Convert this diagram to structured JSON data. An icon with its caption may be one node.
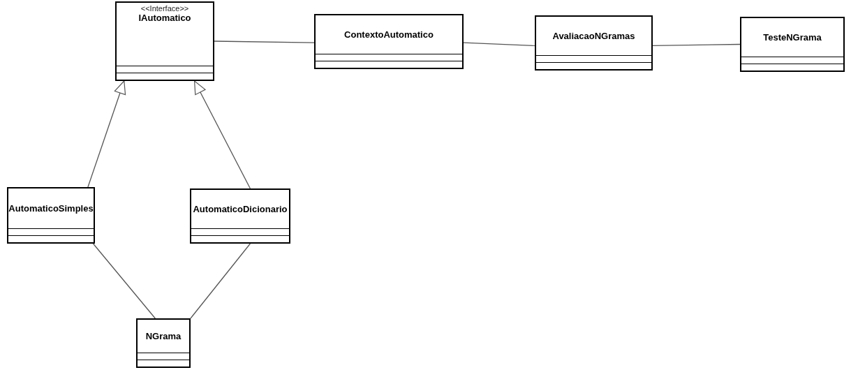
{
  "diagram": {
    "nodes": [
      {
        "text": [
          "<<Interface>>",
          "IAutomatico"
        ]
      },
      {
        "text": [
          "ContextoAutomatico"
        ]
      },
      {
        "text": [
          "AvaliacaoNGramas"
        ]
      },
      {
        "text": [
          "TesteNGrama"
        ]
      },
      {
        "text": [
          "AutomaticoSimples"
        ]
      },
      {
        "text": [
          "AutomaticoDicionario"
        ]
      },
      {
        "text": [
          "NGrama"
        ]
      }
    ],
    "edges": [
      {
        "from": 0,
        "to": 1,
        "arrow": "none"
      },
      {
        "from": 1,
        "to": 2,
        "arrow": "none"
      },
      {
        "from": 2,
        "to": 3,
        "arrow": "none"
      },
      {
        "from": 4,
        "to": 0,
        "arrow": "to"
      },
      {
        "from": 5,
        "to": 0,
        "arrow": "to"
      },
      {
        "from": 4,
        "to": 6,
        "arrow": "none"
      },
      {
        "from": 5,
        "to": 6,
        "arrow": "none"
      }
    ]
  }
}
